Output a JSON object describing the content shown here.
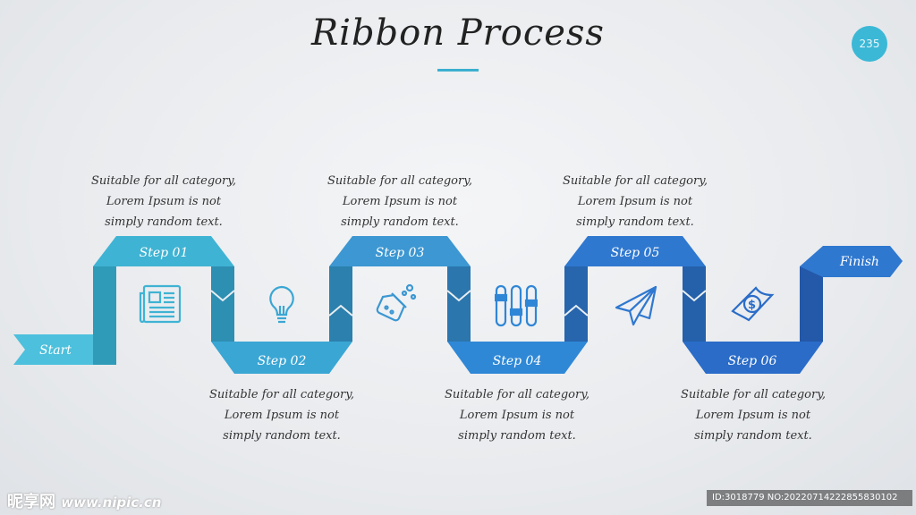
{
  "title": "Ribbon Process",
  "page_number": "235",
  "start_label": "Start",
  "finish_label": "Finish",
  "steps": [
    {
      "label": "Step 01",
      "icon": "newspaper-icon",
      "desc": [
        "Suitable for all category,",
        "Lorem Ipsum is not",
        "simply random text."
      ]
    },
    {
      "label": "Step 02",
      "icon": "lightbulb-icon",
      "desc": [
        "Suitable for all category,",
        "Lorem Ipsum is not",
        "simply random text."
      ]
    },
    {
      "label": "Step 03",
      "icon": "flask-icon",
      "desc": [
        "Suitable for all category,",
        "Lorem Ipsum is not",
        "simply random text."
      ]
    },
    {
      "label": "Step 04",
      "icon": "sliders-icon",
      "desc": [
        "Suitable for all category,",
        "Lorem Ipsum is not",
        "simply random text."
      ]
    },
    {
      "label": "Step 05",
      "icon": "paper-plane-icon",
      "desc": [
        "Suitable for all category,",
        "Lorem Ipsum is not",
        "simply random text."
      ]
    },
    {
      "label": "Step 06",
      "icon": "money-icon",
      "desc": [
        "Suitable for all category,",
        "Lorem Ipsum is not",
        "simply random text."
      ]
    }
  ],
  "watermark": {
    "site": "昵享网",
    "url": "www.nipic.cn",
    "id": "ID:3018779 NO:20220714222855830102"
  },
  "colors": {
    "step01": "#3fb3d3",
    "step02": "#3aa6d4",
    "step03": "#3c96d2",
    "step04": "#2f86d6",
    "step05": "#2f78d0",
    "step06": "#2a68c6",
    "dark1": "#2f8ead",
    "dark2": "#2c7fa8",
    "dark3": "#255fa8",
    "accent": "#3bb0cf"
  }
}
